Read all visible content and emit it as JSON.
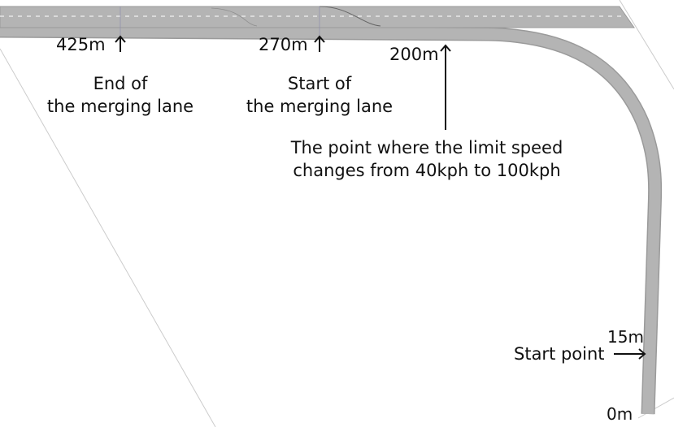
{
  "colors": {
    "road": "#b4b4b4",
    "road_edge": "#9a9a9a",
    "lane_mark": "#e6e6e6",
    "text": "#111111"
  },
  "markers": [
    {
      "distance": "425m",
      "caption": [
        "End of",
        "the merging lane"
      ]
    },
    {
      "distance": "270m",
      "caption": [
        "Start of",
        "the merging lane"
      ]
    },
    {
      "distance": "200m",
      "caption": [
        "The point where the limit speed",
        "changes from 40kph to 100kph"
      ]
    },
    {
      "distance": "15m",
      "caption": [
        "Start point"
      ]
    },
    {
      "distance": "0m"
    }
  ]
}
